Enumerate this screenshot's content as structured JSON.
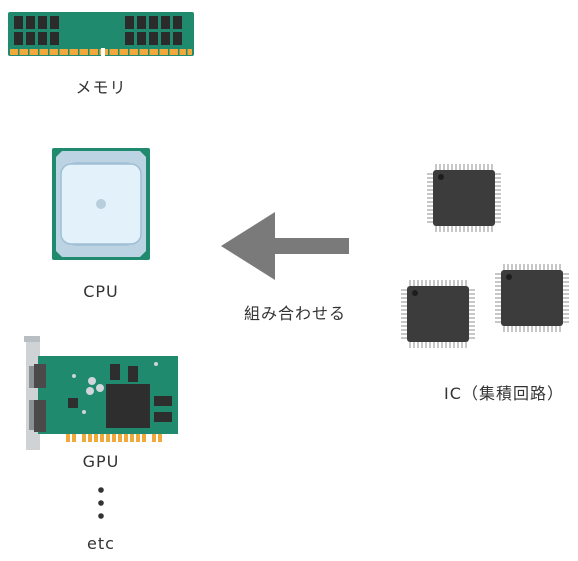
{
  "components": {
    "memory": {
      "label": "メモリ"
    },
    "cpu": {
      "label": "CPU"
    },
    "gpu": {
      "label": "GPU"
    },
    "etc": {
      "label": "etc"
    }
  },
  "arrow": {
    "label": "組み合わせる"
  },
  "ic": {
    "label": "IC（集積回路）"
  },
  "colors": {
    "pcb_green": "#1f8a6e",
    "chip_dark": "#3c3c3c",
    "arrow_gray": "#7a7a7a",
    "gold": "#f2a93b",
    "cpu_frame": "#bcd3e3"
  }
}
